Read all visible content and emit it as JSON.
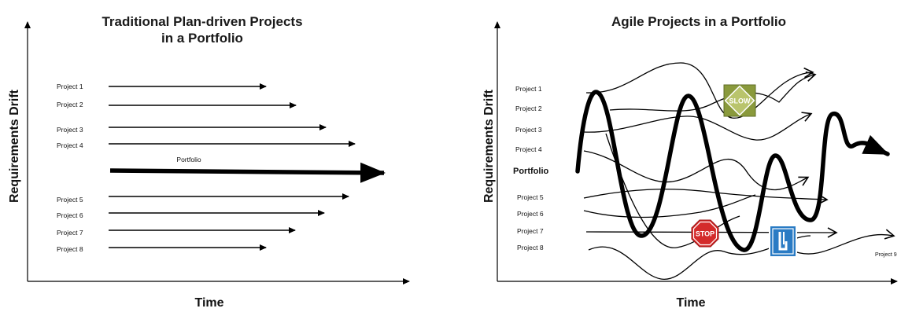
{
  "left": {
    "title_line1": "Traditional Plan-driven Projects",
    "title_line2": "in a Portfolio",
    "y_axis": "Requirements Drift",
    "x_axis": "Time",
    "projects": [
      "Project 1",
      "Project 2",
      "Project 3",
      "Project 4",
      "Project 5",
      "Project 6",
      "Project 7",
      "Project 8"
    ],
    "portfolio": "Portfolio"
  },
  "right": {
    "title": "Agile Projects in a Portfolio",
    "y_axis": "Requirements Drift",
    "x_axis": "Time",
    "projects": [
      "Project 1",
      "Project 2",
      "Project 3",
      "Project 4",
      "Project 5",
      "Project 6",
      "Project 7",
      "Project 8"
    ],
    "portfolio": "Portfolio",
    "project9": "Project 9",
    "slow_sign": "SLOW",
    "stop_sign": "STOP"
  },
  "colors": {
    "stop": "#d42b2b",
    "slow": "#8a9a3c",
    "bump": "#2a7bc4"
  }
}
